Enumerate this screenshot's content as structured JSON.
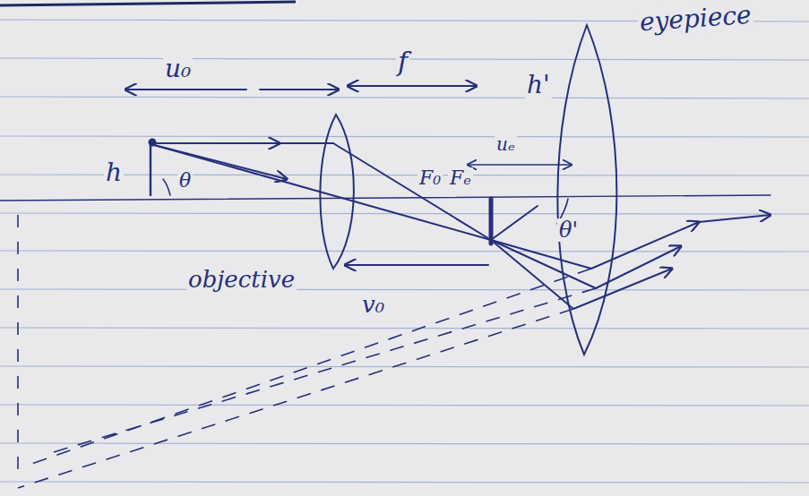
{
  "diagram": {
    "labels": [
      "u₀",
      "f",
      "h'",
      "h",
      "θ",
      "F₀",
      "Fₑ",
      "uₑ",
      "θ'",
      "objective",
      "v₀",
      "eyepiece"
    ]
  }
}
